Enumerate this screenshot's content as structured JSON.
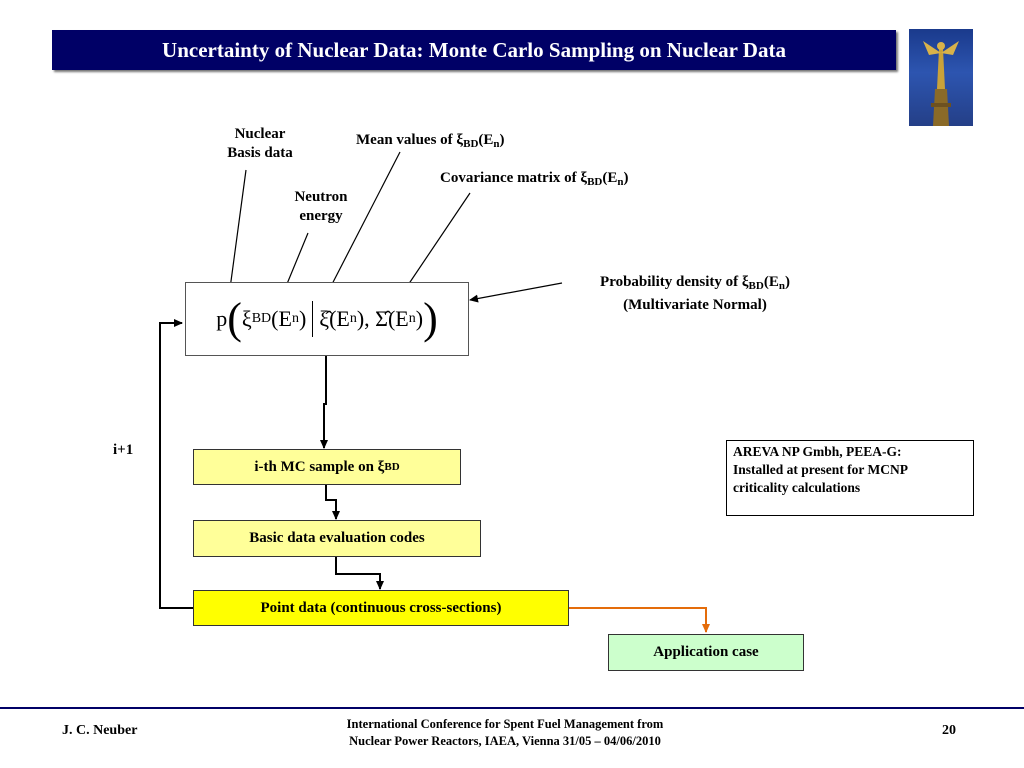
{
  "slide": {
    "title": "Uncertainty of Nuclear Data: Monte Carlo Sampling on Nuclear Data"
  },
  "labels": {
    "nuclear_basis": [
      "Nuclear",
      "Basis data"
    ],
    "neutron_energy": [
      "Neutron",
      "energy"
    ],
    "mean_values": {
      "text": "Mean values of ξ",
      "sub1": "BD",
      "mid": "(E",
      "sub2": "n",
      "end": ")"
    },
    "covariance": {
      "text": "Covariance matrix of ξ",
      "sub1": "BD",
      "mid": "(E",
      "sub2": "n",
      "end": ")"
    },
    "probability_density": {
      "text": "Probability density of ξ",
      "sub1": "BD",
      "mid": "(E",
      "sub2": "n",
      "end": ")"
    },
    "multivariate": "(Multivariate Normal)",
    "iteration": "i+1"
  },
  "formula": {
    "p": "p",
    "xi": "ξ",
    "bd": "BD",
    "en_open": "(E",
    "n": "n",
    "close": ")",
    "xi_hat": "ξ̂",
    "comma": ",",
    "sigma_hat": "Σ̂"
  },
  "flow": {
    "sample": {
      "text": "i-th MC sample on ξ",
      "sub": "BD"
    },
    "evaluation": "Basic data evaluation codes",
    "point_data": "Point data (continuous cross-sections)",
    "application": "Application case"
  },
  "note": {
    "lines": [
      "AREVA NP Gmbh, PEEA-G:",
      "Installed at present for MCNP",
      "criticality calculations"
    ]
  },
  "footer": {
    "author": "J. C. Neuber",
    "conference": [
      "International Conference for Spent Fuel Management from",
      "Nuclear Power Reactors, IAEA, Vienna 31/05 – 04/06/2010"
    ],
    "page": "20"
  },
  "colors": {
    "title_bg": "#000066",
    "sample_box": "#ffff99",
    "point_box": "#ffff00",
    "application_box": "#ccffcc",
    "orange_arrow": "#e46c0a"
  }
}
